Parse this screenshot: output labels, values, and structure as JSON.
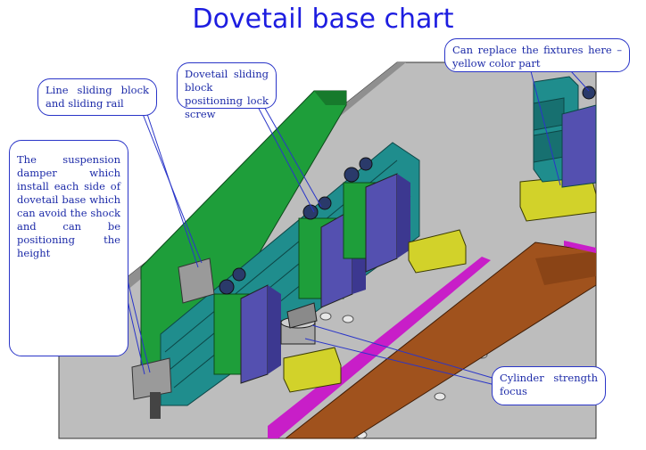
{
  "title": "Dovetail base chart",
  "callouts": {
    "line_sliding": "Line sliding block and sliding rail",
    "lock_screw": "Dovetail sliding block positioning lock screw",
    "replace_fixtures": "Can replace the fixtures here – yellow color part",
    "suspension_damper": "The suspension damper which install each side of dovetail base which can avoid the shock and can be positioning the height",
    "cylinder": "Cylinder strength focus"
  },
  "colors": {
    "title": "#1d1de0",
    "callout_text": "#1c2aa8",
    "leader_line": "#2a35c8",
    "base_plate": "#b9b9b9",
    "green_plate": "#1e9e3a",
    "teal_rail": "#1f8d8d",
    "purple_block": "#5450b0",
    "yellow_fixture": "#d2d22a",
    "wood_board": "#a0521d",
    "magenta_rail": "#c81ec8"
  }
}
